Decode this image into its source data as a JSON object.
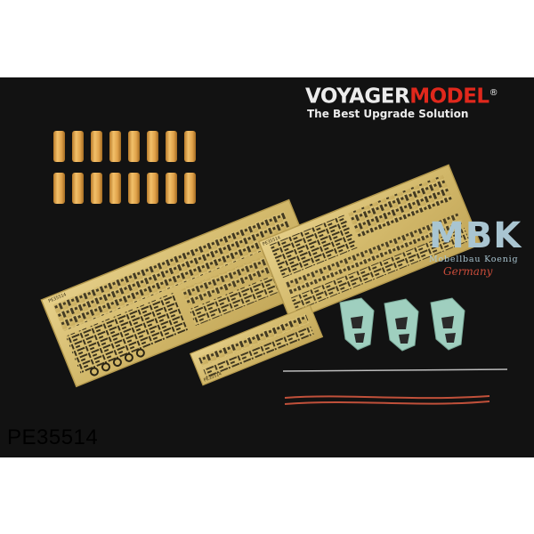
{
  "brand": {
    "name_left": "VOYAGER",
    "name_right": "MODEL",
    "registered": "®",
    "tagline": "The Best Upgrade Solution",
    "accent_color": "#e0281c"
  },
  "watermark": {
    "name": "MBK",
    "subtitle": "Mobellbau Koenig",
    "country": "Germany",
    "color": "#a9c5d1"
  },
  "fret_labels": {
    "large_fret": "PE35514",
    "small_fret": "PE35514"
  },
  "product": {
    "code": "PE35514"
  },
  "colors": {
    "background": "#121212",
    "brass": "#d9c27a",
    "resin_turned": "#e4a84a",
    "resin_parts": "#9fcfbf",
    "copper_wire": "#c0503a",
    "steel_wire": "#bdbdbd"
  }
}
